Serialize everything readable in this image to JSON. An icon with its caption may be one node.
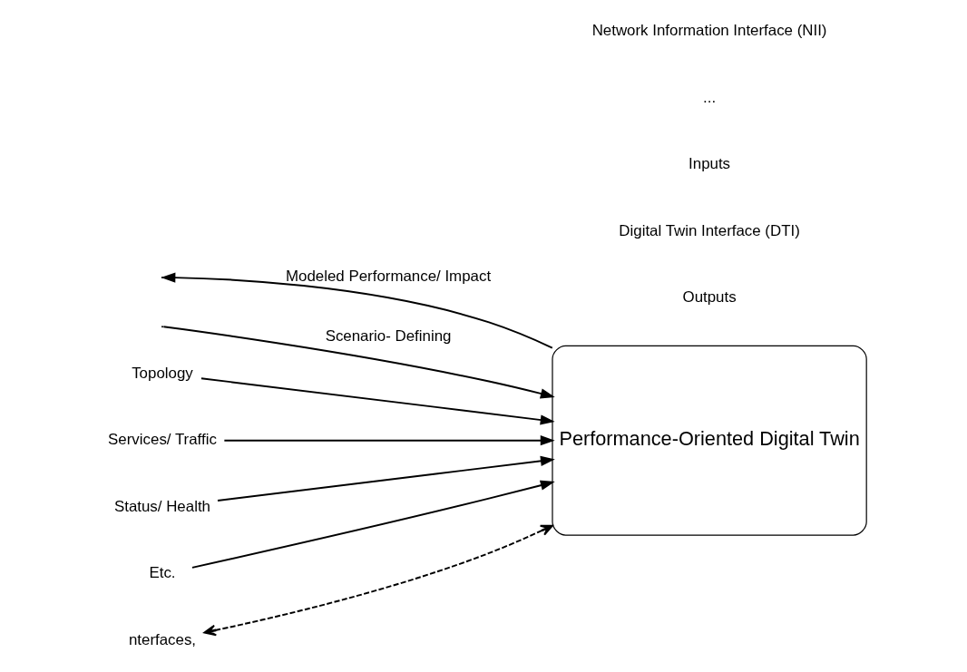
{
  "diagram": {
    "nodes": [
      {
        "text": [
          "Performance-Oriented Digital Twin"
        ]
      },
      {
        "text": [
          "Topology"
        ]
      },
      {
        "text": [
          "Services/ Traffic"
        ]
      },
      {
        "text": [
          "Status/ Health"
        ]
      },
      {
        "text": [
          "Etc."
        ]
      },
      {
        "text": [
          "nterfaces,"
        ]
      }
    ],
    "edges": [
      {
        "from": 0,
        "to": null,
        "arrow": "to",
        "label": "Modeled Performance/ Impact"
      },
      {
        "from": null,
        "to": 0,
        "arrow": "to",
        "label": "Scenario- Defining"
      },
      {
        "from": 1,
        "to": 0,
        "arrow": "to"
      },
      {
        "from": 2,
        "to": 0,
        "arrow": "to"
      },
      {
        "from": 3,
        "to": 0,
        "arrow": "to"
      },
      {
        "from": 4,
        "to": 0,
        "arrow": "to"
      },
      {
        "from": 5,
        "to": 0,
        "arrow": "both",
        "style": "dashed"
      }
    ],
    "labels": [
      "Outputs",
      "Digital Twin Interface (DTI)",
      "Inputs",
      "...",
      "Network Information Interface (NII)"
    ]
  }
}
